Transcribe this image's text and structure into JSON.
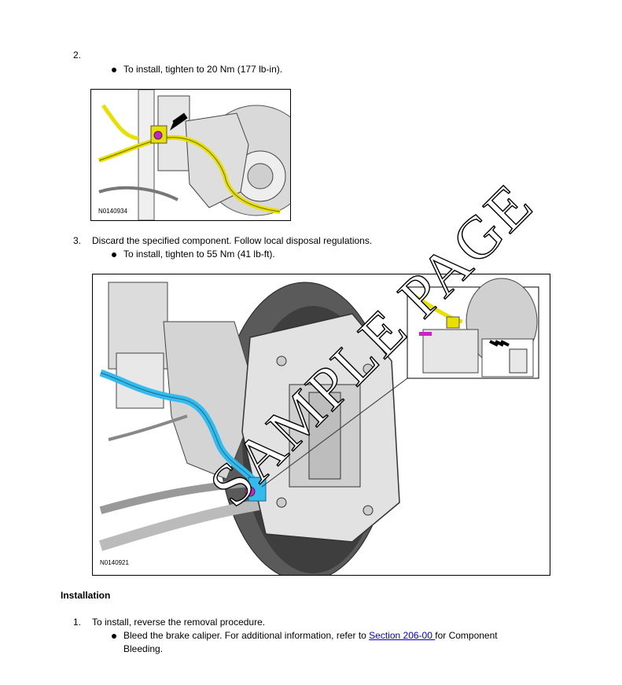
{
  "steps_removal": [
    {
      "number": "2.",
      "text": "",
      "bullet": "To install, tighten to 20 Nm (177 lb-in).",
      "figure_label": "N0140934"
    },
    {
      "number": "3.",
      "text": "Discard the specified component. Follow local disposal regulations.",
      "bullet": "To install, tighten to 55 Nm (41 lb-ft).",
      "figure_label": "N0140921"
    }
  ],
  "installation": {
    "heading": "Installation",
    "step": {
      "number": "1.",
      "text": "To install, reverse the removal procedure.",
      "bullet_prefix": "Bleed the brake caliper. For additional information, refer to ",
      "link_text": "Section 206-00 ",
      "bullet_suffix": "for Component",
      "bullet_line2": "Bleeding."
    }
  },
  "watermark": "SAMPLE PAGE",
  "colors": {
    "brake_hose_yellow": "#e8e000",
    "brake_hose_cyan": "#33bbee",
    "bolt_magenta": "#cc22cc"
  }
}
